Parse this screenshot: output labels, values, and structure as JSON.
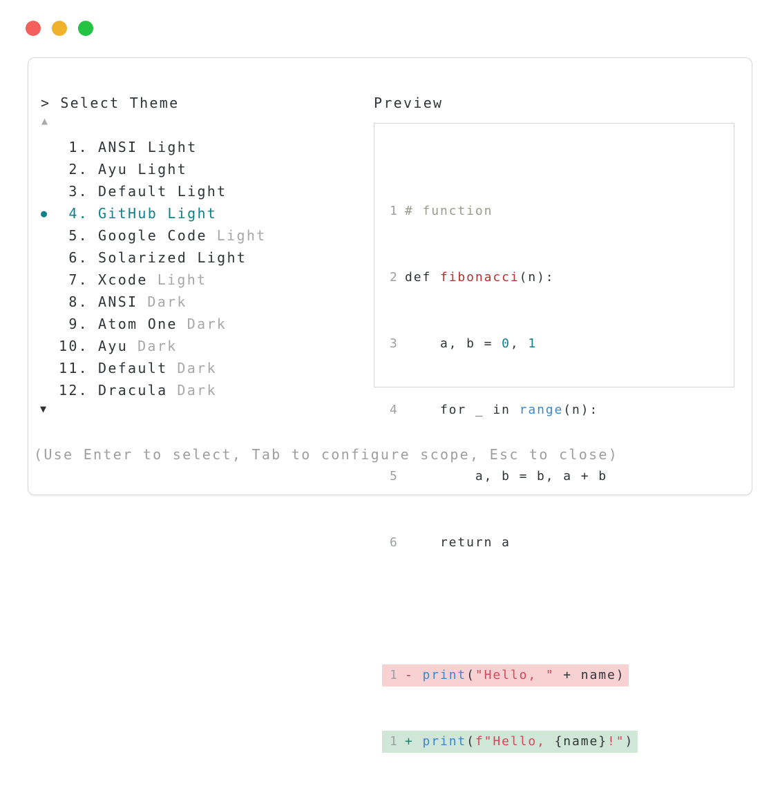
{
  "colors": {
    "ink": "#2f3438",
    "dim": "#a8a8a8",
    "linenum": "#9da0a3",
    "hint": "#9e9e9e",
    "teal": "#12808a",
    "comment": "#9b9b8c",
    "func": "#b1342f",
    "str": "#d9455a",
    "blue": "#3e87c6",
    "numlit": "#13808b",
    "minus": "#b03a43",
    "plus": "#17836b",
    "pinkbg": "#f8d2d3",
    "greenbg": "#d0e7d8",
    "border": "#d8d8d8",
    "border2": "#d5d5d5",
    "mac-red": "#f35f5a",
    "mac-yellow": "#f0b22c",
    "mac-green": "#24c341"
  },
  "prompt": {
    "caret": ">",
    "title": "Select Theme"
  },
  "list": {
    "scroll_up_glyph": "▲",
    "scroll_down_glyph": "▼",
    "selected_bullet": "●",
    "items": [
      {
        "number": " 1.",
        "name": "ANSI Light",
        "dim": ""
      },
      {
        "number": " 2.",
        "name": "Ayu Light",
        "dim": ""
      },
      {
        "number": " 3.",
        "name": "Default Light",
        "dim": ""
      },
      {
        "number": " 4.",
        "name": "GitHub Light",
        "dim": "",
        "selected": true,
        "bullet": "●"
      },
      {
        "number": " 5.",
        "name": "Google Code",
        "dim": "Light"
      },
      {
        "number": " 6.",
        "name": "Solarized Light",
        "dim": ""
      },
      {
        "number": " 7.",
        "name": "Xcode",
        "dim": "Light"
      },
      {
        "number": " 8.",
        "name": "ANSI",
        "dim": "Dark"
      },
      {
        "number": " 9.",
        "name": "Atom One",
        "dim": "Dark"
      },
      {
        "number": "10.",
        "name": "Ayu",
        "dim": "Dark"
      },
      {
        "number": "11.",
        "name": "Default",
        "dim": "Dark"
      },
      {
        "number": "12.",
        "name": "Dracula",
        "dim": "Dark"
      }
    ]
  },
  "preview": {
    "label": "Preview",
    "lines": [
      {
        "num": "1",
        "tokens": [
          {
            "t": "# function"
          }
        ]
      },
      {
        "num": "2",
        "tokens": [
          {
            "t": "def "
          },
          {
            "t": "fibonacci"
          },
          {
            "t": "(n):"
          }
        ]
      },
      {
        "num": "3",
        "tokens": [
          {
            "t": "    a, b = "
          },
          {
            "t": "0"
          },
          {
            "t": ", "
          },
          {
            "t": "1"
          }
        ]
      },
      {
        "num": "4",
        "tokens": [
          {
            "t": "    for _ in "
          },
          {
            "t": "range"
          },
          {
            "t": "(n):"
          }
        ]
      },
      {
        "num": "5",
        "tokens": [
          {
            "t": "        a, b = b, a + b"
          }
        ]
      },
      {
        "num": "6",
        "tokens": [
          {
            "t": "    return a"
          }
        ]
      }
    ],
    "diff": [
      {
        "num": "1",
        "tokens": [
          {
            "t": "- "
          },
          {
            "t": "print"
          },
          {
            "t": "("
          },
          {
            "t": "\"Hello, \""
          },
          {
            "t": " + name)"
          }
        ]
      },
      {
        "num": "1",
        "tokens": [
          {
            "t": "+ "
          },
          {
            "t": "print"
          },
          {
            "t": "("
          },
          {
            "t": "f\"Hello, "
          },
          {
            "t": "{name}"
          },
          {
            "t": "!\""
          },
          {
            "t": ")"
          }
        ]
      }
    ]
  },
  "hint": "(Use Enter to select, Tab to configure scope, Esc to close)"
}
